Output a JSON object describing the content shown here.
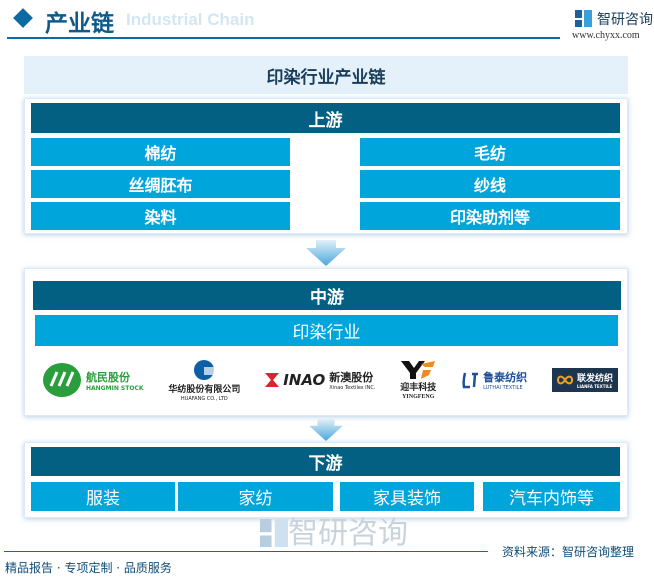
{
  "header": {
    "title": "产业链",
    "subtitle": "Industrial Chain",
    "brand": "智研咨询",
    "url": "www.chyxx.com"
  },
  "diagram_title": "印染行业产业链",
  "upstream": {
    "label": "上游",
    "left": [
      "棉纺",
      "丝绸胚布",
      "染料"
    ],
    "right": [
      "毛纺",
      "纱线",
      "印染助剂等"
    ]
  },
  "midstream": {
    "label": "中游",
    "industry": "印染行业",
    "companies": [
      {
        "name": "航民股份",
        "en": "HANGMIN STOCK",
        "color": "#2a9d3c"
      },
      {
        "name": "华纺股份有限公司",
        "en": "HUAFANG CO., LTD",
        "color": "#0b5fa8"
      },
      {
        "name": "新澳股份",
        "mark": "INAO",
        "en": "Xinao Textiles INC.",
        "color": "#d8262c"
      },
      {
        "name": "迎丰科技",
        "en": "YINGFENG",
        "color": "#f08a1c"
      },
      {
        "name": "鲁泰纺织",
        "en": "LUTHAI TEXTILE",
        "color": "#1d4f9a"
      },
      {
        "name": "联发纺织",
        "en": "LIANFA TEXTILE",
        "color": "#1e3550"
      }
    ]
  },
  "downstream": {
    "label": "下游",
    "items": [
      "服装",
      "家纺",
      "家具装饰",
      "汽车内饰等"
    ]
  },
  "footer": {
    "source": "资料来源：智研咨询整理",
    "slogan": "精品报告 · 专项定制 · 品质服务",
    "watermark": "智研咨询"
  },
  "colors": {
    "dark": "#036082",
    "light": "#00a5dc",
    "brand": "#0e6aa3"
  }
}
